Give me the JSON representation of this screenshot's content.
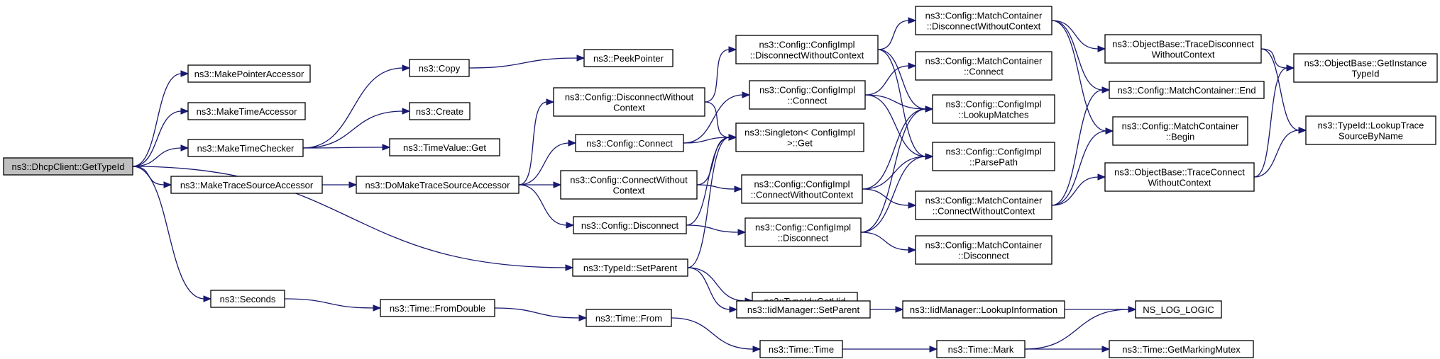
{
  "diagram": {
    "type": "call-graph",
    "colors": {
      "edge": "#191970",
      "node_border": "#000000",
      "root_fill": "#bfbfbf",
      "node_fill": "#ffffff"
    },
    "nodes": [
      {
        "id": "gettypeid",
        "root": true,
        "lines": [
          "ns3::DhcpClient::GetTypeId"
        ]
      },
      {
        "id": "makepointeraccessor",
        "lines": [
          "ns3::MakePointerAccessor"
        ]
      },
      {
        "id": "maketimeaccessor",
        "lines": [
          "ns3::MakeTimeAccessor"
        ]
      },
      {
        "id": "maketimechecker",
        "lines": [
          "ns3::MakeTimeChecker"
        ]
      },
      {
        "id": "maketracesourceaccessor",
        "lines": [
          "ns3::MakeTraceSourceAccessor"
        ]
      },
      {
        "id": "typeid-setparent",
        "lines": [
          "ns3::TypeId::SetParent"
        ]
      },
      {
        "id": "seconds",
        "lines": [
          "ns3::Seconds"
        ]
      },
      {
        "id": "copy",
        "lines": [
          "ns3::Copy"
        ]
      },
      {
        "id": "create",
        "lines": [
          "ns3::Create"
        ]
      },
      {
        "id": "timevalue-get",
        "lines": [
          "ns3::TimeValue::Get"
        ]
      },
      {
        "id": "domaketracesourceaccessor",
        "lines": [
          "ns3::DoMakeTraceSourceAccessor"
        ]
      },
      {
        "id": "peekpointer",
        "lines": [
          "ns3::PeekPointer"
        ]
      },
      {
        "id": "config-disconnectwithoutcontext",
        "lines": [
          "ns3::Config::DisconnectWithout",
          "Context"
        ]
      },
      {
        "id": "config-connect",
        "lines": [
          "ns3::Config::Connect"
        ]
      },
      {
        "id": "config-connectwithoutcontext",
        "lines": [
          "ns3::Config::ConnectWithout",
          "Context"
        ]
      },
      {
        "id": "config-disconnect",
        "lines": [
          "ns3::Config::Disconnect"
        ]
      },
      {
        "id": "time-fromdouble",
        "lines": [
          "ns3::Time::FromDouble"
        ]
      },
      {
        "id": "time-from",
        "lines": [
          "ns3::Time::From"
        ]
      },
      {
        "id": "configimpl-disconnectwithoutcontext",
        "lines": [
          "ns3::Config::ConfigImpl",
          "::DisconnectWithoutContext"
        ]
      },
      {
        "id": "configimpl-connect",
        "lines": [
          "ns3::Config::ConfigImpl",
          "::Connect"
        ]
      },
      {
        "id": "singleton-get",
        "lines": [
          "ns3::Singleton< ConfigImpl",
          " >::Get"
        ]
      },
      {
        "id": "configimpl-connectwithoutcontext",
        "lines": [
          "ns3::Config::ConfigImpl",
          "::ConnectWithoutContext"
        ]
      },
      {
        "id": "configimpl-disconnect",
        "lines": [
          "ns3::Config::ConfigImpl",
          "::Disconnect"
        ]
      },
      {
        "id": "typeid-getuid",
        "lines": [
          "ns3::TypeId::GetUid"
        ]
      },
      {
        "id": "iidmanager-setparent",
        "lines": [
          "ns3::IidManager::SetParent"
        ]
      },
      {
        "id": "time-time",
        "lines": [
          "ns3::Time::Time"
        ]
      },
      {
        "id": "matchcontainer-disconnectwithoutcontext",
        "lines": [
          "ns3::Config::MatchContainer",
          "::DisconnectWithoutContext"
        ]
      },
      {
        "id": "matchcontainer-connect",
        "lines": [
          "ns3::Config::MatchContainer",
          "::Connect"
        ]
      },
      {
        "id": "configimpl-lookupmatches",
        "lines": [
          "ns3::Config::ConfigImpl",
          "::LookupMatches"
        ]
      },
      {
        "id": "configimpl-parsepath",
        "lines": [
          "ns3::Config::ConfigImpl",
          "::ParsePath"
        ]
      },
      {
        "id": "matchcontainer-connectwithoutcontext",
        "lines": [
          "ns3::Config::MatchContainer",
          "::ConnectWithoutContext"
        ]
      },
      {
        "id": "matchcontainer-disconnect",
        "lines": [
          "ns3::Config::MatchContainer",
          "::Disconnect"
        ]
      },
      {
        "id": "iidmanager-lookupinformation",
        "lines": [
          "ns3::IidManager::LookupInformation"
        ]
      },
      {
        "id": "time-mark",
        "lines": [
          "ns3::Time::Mark"
        ]
      },
      {
        "id": "objectbase-tracedisconnectwithoutcontext",
        "lines": [
          "ns3::ObjectBase::TraceDisconnect",
          "WithoutContext"
        ]
      },
      {
        "id": "matchcontainer-end",
        "lines": [
          "ns3::Config::MatchContainer::End"
        ]
      },
      {
        "id": "matchcontainer-begin",
        "lines": [
          "ns3::Config::MatchContainer",
          "::Begin"
        ]
      },
      {
        "id": "objectbase-traceconnectwithoutcontext",
        "lines": [
          "ns3::ObjectBase::TraceConnect",
          "WithoutContext"
        ]
      },
      {
        "id": "ns-log-logic",
        "lines": [
          "NS_LOG_LOGIC"
        ]
      },
      {
        "id": "time-getmarkingmutex",
        "lines": [
          "ns3::Time::GetMarkingMutex"
        ]
      },
      {
        "id": "objectbase-getinstancetypeid",
        "lines": [
          "ns3::ObjectBase::GetInstance",
          "TypeId"
        ]
      },
      {
        "id": "typeid-lookuptracesourcebyname",
        "lines": [
          "ns3::TypeId::LookupTrace",
          "SourceByName"
        ]
      }
    ],
    "edges": [
      [
        "gettypeid",
        "makepointeraccessor"
      ],
      [
        "gettypeid",
        "maketimeaccessor"
      ],
      [
        "gettypeid",
        "maketimechecker"
      ],
      [
        "gettypeid",
        "maketracesourceaccessor"
      ],
      [
        "gettypeid",
        "typeid-setparent"
      ],
      [
        "gettypeid",
        "seconds"
      ],
      [
        "maketimechecker",
        "copy"
      ],
      [
        "maketimechecker",
        "create"
      ],
      [
        "maketimechecker",
        "timevalue-get"
      ],
      [
        "copy",
        "peekpointer"
      ],
      [
        "maketracesourceaccessor",
        "domaketracesourceaccessor"
      ],
      [
        "domaketracesourceaccessor",
        "config-disconnectwithoutcontext"
      ],
      [
        "domaketracesourceaccessor",
        "config-connect"
      ],
      [
        "domaketracesourceaccessor",
        "config-connectwithoutcontext"
      ],
      [
        "domaketracesourceaccessor",
        "config-disconnect"
      ],
      [
        "config-disconnectwithoutcontext",
        "configimpl-disconnectwithoutcontext"
      ],
      [
        "config-disconnectwithoutcontext",
        "singleton-get"
      ],
      [
        "config-connect",
        "configimpl-connect"
      ],
      [
        "config-connect",
        "singleton-get"
      ],
      [
        "config-connectwithoutcontext",
        "singleton-get"
      ],
      [
        "config-connectwithoutcontext",
        "configimpl-connectwithoutcontext"
      ],
      [
        "config-disconnect",
        "singleton-get"
      ],
      [
        "config-disconnect",
        "configimpl-disconnect"
      ],
      [
        "typeid-setparent",
        "singleton-get"
      ],
      [
        "typeid-setparent",
        "typeid-getuid"
      ],
      [
        "typeid-setparent",
        "iidmanager-setparent"
      ],
      [
        "configimpl-disconnectwithoutcontext",
        "matchcontainer-disconnectwithoutcontext"
      ],
      [
        "configimpl-disconnectwithoutcontext",
        "configimpl-lookupmatches"
      ],
      [
        "configimpl-disconnectwithoutcontext",
        "configimpl-parsepath"
      ],
      [
        "configimpl-connect",
        "matchcontainer-connect"
      ],
      [
        "configimpl-connect",
        "configimpl-lookupmatches"
      ],
      [
        "configimpl-connect",
        "configimpl-parsepath"
      ],
      [
        "configimpl-connectwithoutcontext",
        "configimpl-lookupmatches"
      ],
      [
        "configimpl-connectwithoutcontext",
        "configimpl-parsepath"
      ],
      [
        "configimpl-connectwithoutcontext",
        "matchcontainer-connectwithoutcontext"
      ],
      [
        "configimpl-disconnect",
        "configimpl-lookupmatches"
      ],
      [
        "configimpl-disconnect",
        "configimpl-parsepath"
      ],
      [
        "configimpl-disconnect",
        "matchcontainer-disconnect"
      ],
      [
        "matchcontainer-disconnectwithoutcontext",
        "objectbase-tracedisconnectwithoutcontext"
      ],
      [
        "matchcontainer-disconnectwithoutcontext",
        "matchcontainer-end"
      ],
      [
        "matchcontainer-disconnectwithoutcontext",
        "matchcontainer-begin"
      ],
      [
        "matchcontainer-connectwithoutcontext",
        "matchcontainer-end"
      ],
      [
        "matchcontainer-connectwithoutcontext",
        "matchcontainer-begin"
      ],
      [
        "matchcontainer-connectwithoutcontext",
        "objectbase-traceconnectwithoutcontext"
      ],
      [
        "objectbase-tracedisconnectwithoutcontext",
        "objectbase-getinstancetypeid"
      ],
      [
        "objectbase-tracedisconnectwithoutcontext",
        "typeid-lookuptracesourcebyname"
      ],
      [
        "objectbase-traceconnectwithoutcontext",
        "objectbase-getinstancetypeid"
      ],
      [
        "objectbase-traceconnectwithoutcontext",
        "typeid-lookuptracesourcebyname"
      ],
      [
        "iidmanager-setparent",
        "iidmanager-lookupinformation"
      ],
      [
        "iidmanager-lookupinformation",
        "ns-log-logic"
      ],
      [
        "seconds",
        "time-fromdouble"
      ],
      [
        "time-fromdouble",
        "time-from"
      ],
      [
        "time-from",
        "time-time"
      ],
      [
        "time-time",
        "time-mark"
      ],
      [
        "time-mark",
        "ns-log-logic"
      ],
      [
        "time-mark",
        "time-getmarkingmutex"
      ]
    ]
  }
}
